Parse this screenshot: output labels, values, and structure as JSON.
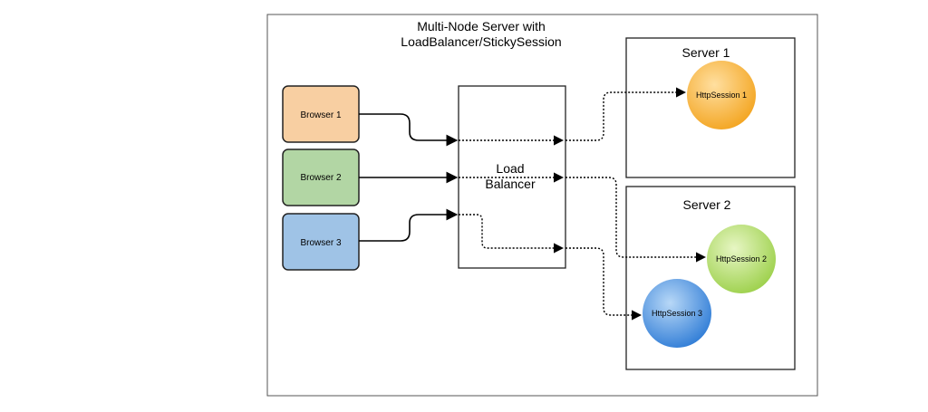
{
  "diagram": {
    "title_line1": "Multi-Node Server with",
    "title_line2": "LoadBalancer/StickySession",
    "load_balancer": {
      "line1": "Load",
      "line2": "Balancer"
    },
    "browsers": [
      {
        "label": "Browser 1",
        "fill": "#f8cfa2",
        "stroke": "#222222"
      },
      {
        "label": "Browser 2",
        "fill": "#b2d6a4",
        "stroke": "#222222"
      },
      {
        "label": "Browser 3",
        "fill": "#9fc3e6",
        "stroke": "#222222"
      }
    ],
    "servers": [
      {
        "label": "Server 1"
      },
      {
        "label": "Server 2"
      }
    ],
    "sessions": [
      {
        "label": "HttpSession 1",
        "color_light": "#ffdfa0",
        "color_dark": "#f3a41f"
      },
      {
        "label": "HttpSession 2",
        "color_light": "#e7f6c4",
        "color_dark": "#9cd04a"
      },
      {
        "label": "HttpSession 3",
        "color_light": "#b8d8f7",
        "color_dark": "#2f7cd6"
      }
    ]
  }
}
